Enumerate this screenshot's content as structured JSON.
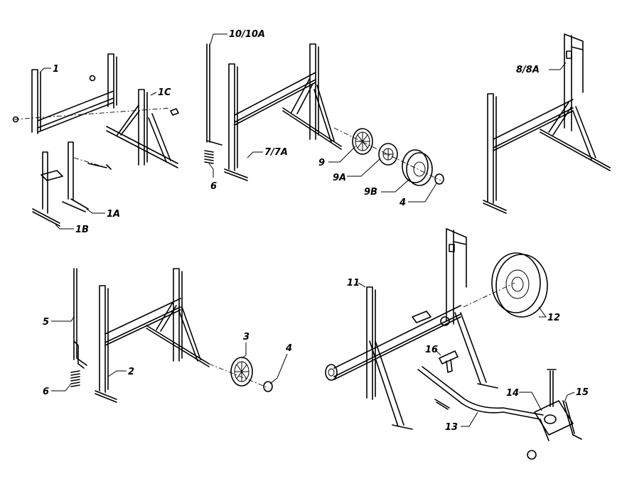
{
  "callouts": {
    "c1": "1",
    "c1a": "1A",
    "c1b": "1B",
    "c1c": "1C",
    "c10": "10/10A",
    "c6top": "6",
    "c77a": "7/7A",
    "c9": "9",
    "c9a": "9A",
    "c9b": "9B",
    "c4top": "4",
    "c88a": "8/8A",
    "c5": "5",
    "c6bot": "6",
    "c2": "2",
    "c3": "3",
    "c4bot": "4",
    "c11": "11",
    "c12": "12",
    "c16": "16",
    "c13": "13",
    "c14": "14",
    "c15": "15"
  }
}
